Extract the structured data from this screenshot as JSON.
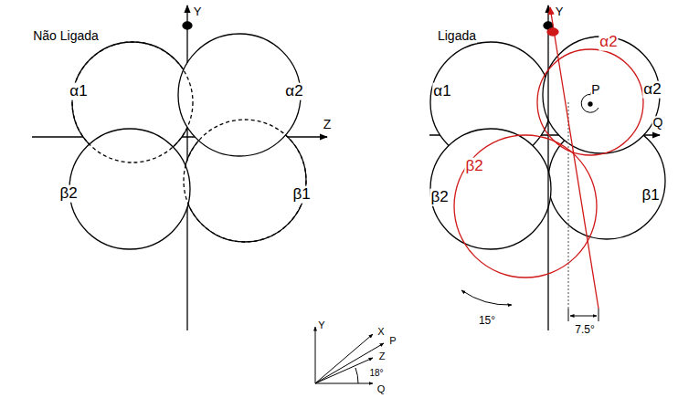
{
  "diagram": {
    "labels": [
      "Não Ligada",
      "Y",
      "α1",
      "α2",
      "Z",
      "β2",
      "β1",
      "Ligada",
      "Y",
      "α1",
      "α2",
      "α2",
      "P",
      "Q",
      "β2",
      "β2",
      "β1",
      "15°",
      "7.5°",
      "Y",
      "X",
      "P",
      "Z",
      "18°",
      "Q"
    ]
  }
}
